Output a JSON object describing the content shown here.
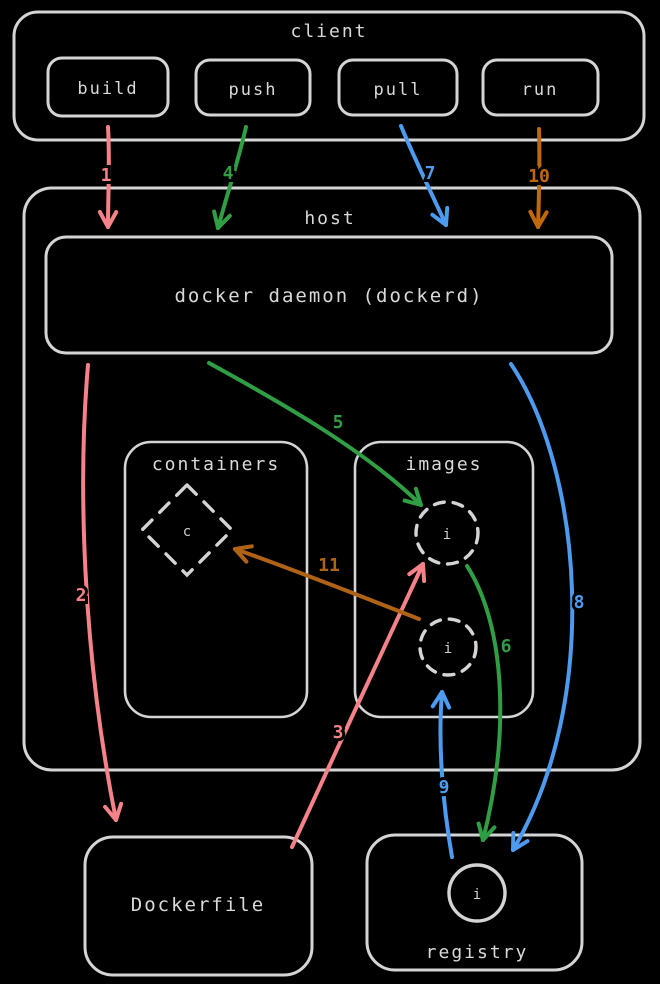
{
  "canvas": {
    "background": "#000000",
    "box_stroke": "#d4d4d4",
    "label_color": "#d9d9d9"
  },
  "client": {
    "title": "client",
    "commands": [
      {
        "label": "build",
        "color": "#f58289"
      },
      {
        "label": "push"
      },
      {
        "label": "pull"
      },
      {
        "label": "run"
      }
    ]
  },
  "host": {
    "title": "host",
    "daemon": {
      "label": "docker daemon (dockerd)"
    },
    "containers": {
      "title": "containers",
      "container_glyph": "c"
    },
    "images": {
      "title": "images",
      "image_glyphs": [
        "i",
        "i"
      ]
    }
  },
  "dockerfile": {
    "label": "Dockerfile"
  },
  "registry": {
    "title": "registry",
    "image_glyph": "i"
  },
  "arrows": [
    {
      "label": "1",
      "color": "#f58289",
      "from": "build",
      "to": "docker daemon"
    },
    {
      "label": "2",
      "color": "#f58289",
      "from": "docker daemon",
      "to": "Dockerfile"
    },
    {
      "label": "3",
      "color": "#f58289",
      "from": "Dockerfile",
      "to": "image"
    },
    {
      "label": "4",
      "color": "#2f9e44",
      "from": "push",
      "to": "docker daemon"
    },
    {
      "label": "5",
      "color": "#2f9e44",
      "from": "docker daemon",
      "to": "image"
    },
    {
      "label": "6",
      "color": "#2f9e44",
      "from": "image",
      "to": "registry"
    },
    {
      "label": "7",
      "color": "#4d9bef",
      "from": "pull",
      "to": "docker daemon"
    },
    {
      "label": "8",
      "color": "#4d9bef",
      "from": "docker daemon",
      "to": "registry"
    },
    {
      "label": "9",
      "color": "#4d9bef",
      "from": "registry",
      "to": "image"
    },
    {
      "label": "10",
      "color": "#c1690a",
      "from": "run",
      "to": "docker daemon"
    },
    {
      "label": "11",
      "color": "#b06317",
      "from": "image",
      "to": "container"
    }
  ]
}
